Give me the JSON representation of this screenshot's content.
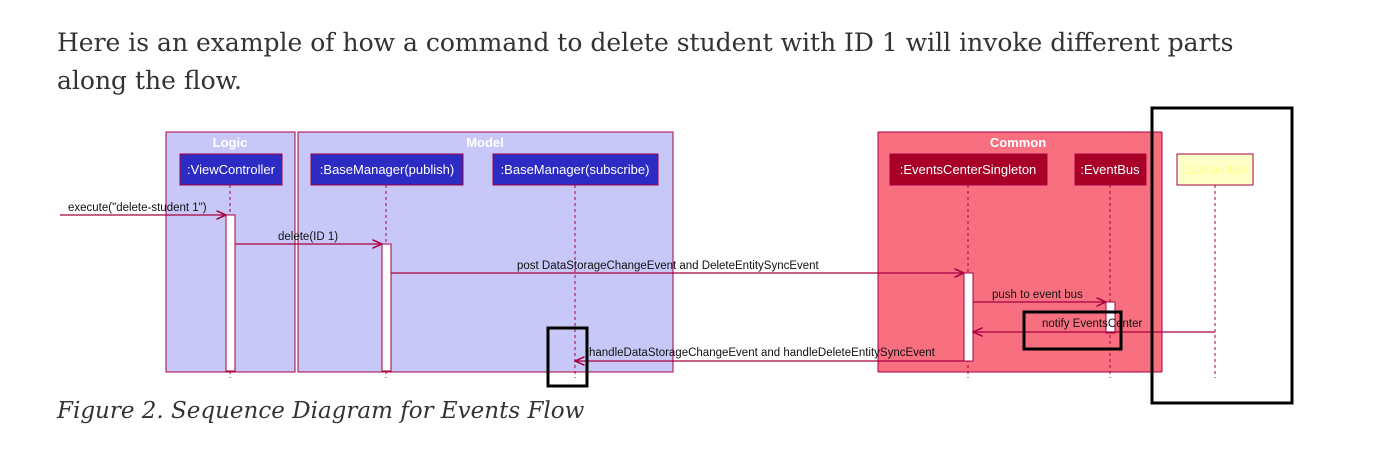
{
  "intro_text": "Here is an example of how a command to delete student with ID 1 will invoke different parts along the flow.",
  "caption": "Figure 2. Sequence Diagram for Events Flow",
  "diagram": {
    "groups": {
      "logic": "Logic",
      "model": "Model",
      "common": "Common"
    },
    "participants": {
      "view_controller": ":ViewController",
      "base_manager_publish": ":BaseManager(publish)",
      "base_manager_subscribe": ":BaseManager(subscribe)",
      "events_center": ":EventsCenterSingleton",
      "event_bus": ":EventBus",
      "subscriber": ":Subscriber"
    },
    "messages": {
      "m1": "execute(\"delete-student 1\")",
      "m2": "delete(ID 1)",
      "m3": "post DataStorageChangeEvent and DeleteEntitySyncEvent",
      "m4": "push to event bus",
      "m5": "notify EventsCenter",
      "m6": "handleDataStorageChangeEvent and handleDeleteEntitySyncEvent"
    },
    "colors": {
      "logic_model_fill": "#c8c8f8",
      "common_fill": "#f87080",
      "blue_head": "#2c2cc4",
      "red_head": "#a80026",
      "arrow": "#a80040",
      "highlight_box": "#000000"
    }
  }
}
